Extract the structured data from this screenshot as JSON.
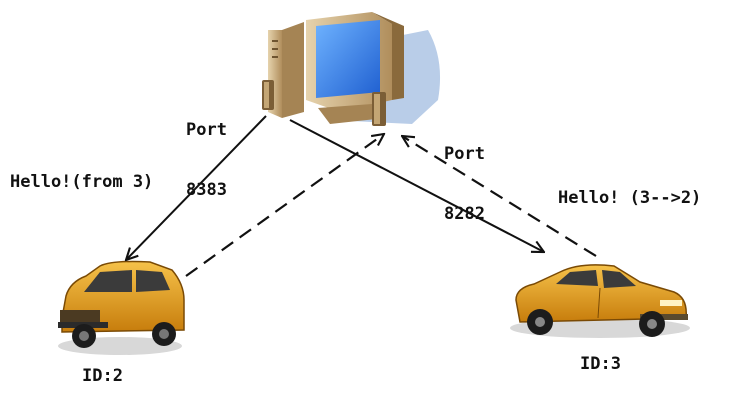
{
  "diagram": {
    "server": {
      "icon": "desktop-computer-with-speakers-icon",
      "ports": [
        {
          "label": "Port",
          "number": "8383"
        },
        {
          "label": "Port",
          "number": "8282"
        }
      ]
    },
    "messages": {
      "from_server": "Hello!(from 3)",
      "from_car3": "Hello! (3-->2)"
    },
    "nodes": [
      {
        "id_label": "ID:2",
        "icon": "minivan-icon",
        "color": "#e9a21a"
      },
      {
        "id_label": "ID:3",
        "icon": "sedan-icon",
        "color": "#e9a21a"
      }
    ],
    "colors": {
      "line": "#111111",
      "monitor_screen": "#2f7be8",
      "monitor_body": "#c9ad7e",
      "shadow": "#b9cde8"
    }
  }
}
